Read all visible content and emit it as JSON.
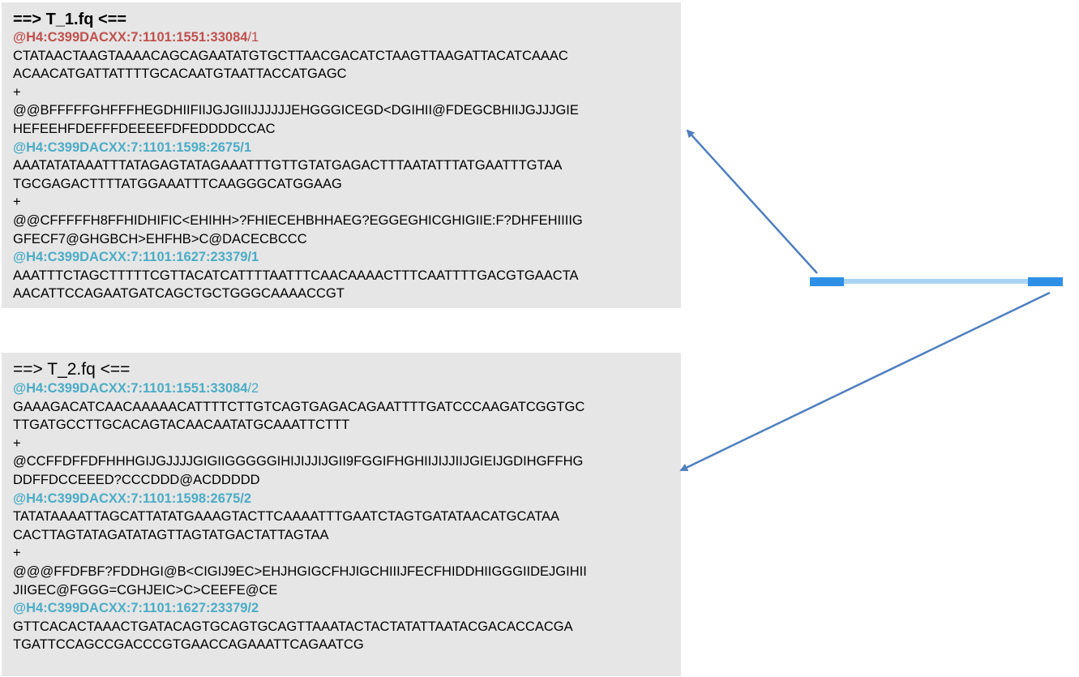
{
  "colors": {
    "header_red": "#c0504d",
    "header_teal": "#4aacc6",
    "panel_bg": "#e6e6e6",
    "arrow": "#4f7fbf",
    "pair_bar_dark": "#2e8fe6",
    "pair_bar_light": "#a9d4f5"
  },
  "files": [
    {
      "title": "==> T_1.fq <==",
      "lines": [
        {
          "kind": "header",
          "color": "red",
          "id": "@H4:C399DACXX:7:1101:1551:33084",
          "mate": "/1"
        },
        {
          "kind": "text",
          "text": "CTATAACTAAGTAAAACAGCAGAATATGTGCTTAACGACATCTAAGTTAAGATTACATCAAAC"
        },
        {
          "kind": "text",
          "text": "ACAACATGATTATTTTGCACAATGTAATTACCATGAGC"
        },
        {
          "kind": "text",
          "text": "+"
        },
        {
          "kind": "text",
          "text": "@@BFFFFFGHFFFHEGDHIIFIIJGJGIIIJJJJJJEHGGGICEGD<DGIHII@FDEGCBHIIJGJJJGIE"
        },
        {
          "kind": "text",
          "text": "HEFEEHFDEFFFDEEEEFDFEDDDDCCAC"
        },
        {
          "kind": "header",
          "color": "teal",
          "id": "@H4:C399DACXX:7:1101:1598:2675/1",
          "mate": ""
        },
        {
          "kind": "text",
          "text": "AAATATATAAATTTATAGAGTATAGAAATTTGTTGTATGAGACTTTAATATTTATGAATTTGTAA"
        },
        {
          "kind": "text",
          "text": "TGCGAGACTTTTATGGAAATTTCAAGGGCATGGAAG"
        },
        {
          "kind": "text",
          "text": "+"
        },
        {
          "kind": "text",
          "text": "@@CFFFFFH8FFHIDHIFIC<EHIHH>?FHIECEHBHHAEG?EGGEGHICGHIGIIE:F?DHFEHIIIIG"
        },
        {
          "kind": "text",
          "text": "GFECF7@GHGBCH>EHFHB>C@DACECBCCC"
        },
        {
          "kind": "header",
          "color": "teal",
          "id": "@H4:C399DACXX:7:1101:1627:23379/1",
          "mate": ""
        },
        {
          "kind": "text",
          "text": "AAATTTCTAGCTTTTTCGTTACATCATTTTAATTTCAACAAAACTTTCAATTTTGACGTGAACTA"
        },
        {
          "kind": "text",
          "text": "AACATTCCAGAATGATCAGCTGCTGGGCAAAACCGT"
        }
      ]
    },
    {
      "title": "==> T_2.fq <==",
      "lines": [
        {
          "kind": "header",
          "color": "teal",
          "id": "@H4:C399DACXX:7:1101:1551:33084",
          "mate": "/2"
        },
        {
          "kind": "text",
          "text": "GAAAGACATCAACAAAAACATTTTCTTGTCAGTGAGACAGAATTTTGATCCCAAGATCGGTGC"
        },
        {
          "kind": "text",
          "text": "TTGATGCCTTGCACAGTACAACAATATGCAAATTCTTT"
        },
        {
          "kind": "text",
          "text": "+"
        },
        {
          "kind": "text",
          "text": "@CCFFDFFDFHHHGIJGJJJJGIGIIGGGGGIHIJIJJIJGII9FGGIFHGHIIJIJJIIJGIEIJGDIHGFFHG"
        },
        {
          "kind": "text",
          "text": "DDFFDCCEEED?CCCDDD@ACDDDDD"
        },
        {
          "kind": "header",
          "color": "teal",
          "id": "@H4:C399DACXX:7:1101:1598:2675/2",
          "mate": ""
        },
        {
          "kind": "text",
          "text": "TATATAAAATTAGCATTATATGAAAGTACTTCAAAATTTGAATCTAGTGATATAACATGCATAA"
        },
        {
          "kind": "text",
          "text": "CACTTAGTATAGATATAGTTAGTATGACTATTAGTAA"
        },
        {
          "kind": "text",
          "text": "+"
        },
        {
          "kind": "text",
          "text": "@@@FFDFBF?FDDHGI@B<CIGIJ9EC>EHJHGIGCFHJIGCHIIIJFECFHIDDHIIGGGIIDEJGIHII"
        },
        {
          "kind": "text",
          "text": "JIIGEC@FGGG=CGHJEIC>C>CEEFE@CE"
        },
        {
          "kind": "header",
          "color": "teal",
          "id": "@H4:C399DACXX:7:1101:1627:23379/2",
          "mate": ""
        },
        {
          "kind": "text",
          "text": "GTTCACACTAAACTGATACAGTGCAGTGCAGTTAAATACTACTATATTAATACGACACCACGA"
        },
        {
          "kind": "text",
          "text": "TGATTCCAGCCGACCCGTGAACCAGAAATTCAGAATCG"
        }
      ]
    }
  ]
}
